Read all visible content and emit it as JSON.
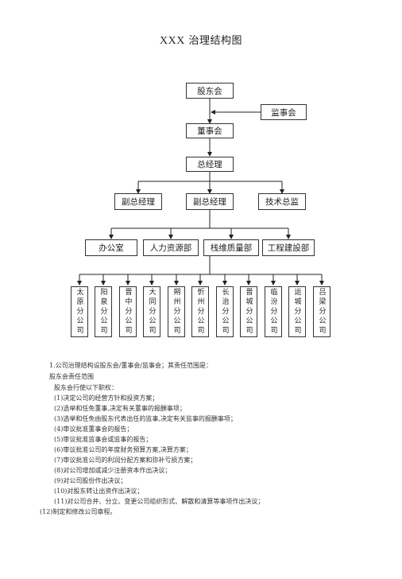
{
  "title_latin": "XXX",
  "title_rest": "治理结构图",
  "org": {
    "shareholders": "股东会",
    "supervisors": "监事会",
    "board": "董事会",
    "gm": "总经理",
    "deputy_gm_1": "副总经理",
    "deputy_gm_2": "副总经理",
    "tech_director": "技术总监",
    "departments": [
      "办公室",
      "人力资源部",
      "栈维质量部",
      "工程建設部"
    ],
    "branches": [
      "太原分公司",
      "阳泉分公司",
      "晋中分公司",
      "大同分公司",
      "朔州分公司",
      "忻州分公司",
      "长治分公司",
      "晋城分公司",
      "临汾分公司",
      "运城分公司",
      "吕梁分公司"
    ]
  },
  "text": {
    "intro": "1.公司治理结构设股东会/董事会/监事会；其责任范围是：",
    "sub": "股东会责任范围",
    "lead": "股东会行使以下职权：",
    "items": [
      "(1)决定公司的经营方针和投资方案；",
      "(2)选举和任免董事,决定有关董事的报酬事项；",
      "(3)选举和任免由股东代表出任的监事,决定有关监事的报酬事项；",
      "(4)审议批准董事会的报告；",
      "(5)审议批准监事会或监事的报告；",
      "(6)审议批准公司的年度财务预算方案,决算方案；",
      "(7)审议批准公司的利润分配方案和弥补亏损方案；",
      "(8)对公司增加或减少注册资本作出决议；",
      "(9)对公司股份作出决议；",
      "(10)对股东转让出资作出决议；",
      "(11)对公司合并、分立、变更公司组织形式、解散和清算等事项作出决议；",
      "(12)制定和修改公司章程。"
    ]
  }
}
